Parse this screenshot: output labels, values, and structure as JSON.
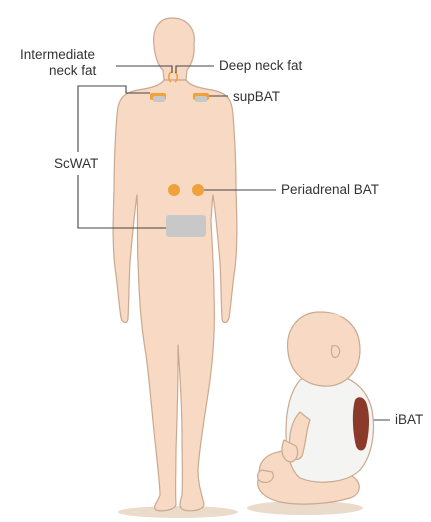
{
  "labels": {
    "intermediate_neck_fat_line1": "Intermediate",
    "intermediate_neck_fat_line2": "neck fat",
    "deep_neck_fat": "Deep neck fat",
    "sup_bat": "supBAT",
    "sc_wat": "ScWAT",
    "periadrenal_bat": "Periadrenal BAT",
    "i_bat": "iBAT"
  },
  "colors": {
    "skin": "#f7d9c4",
    "skin_outline": "#c9a98f",
    "bat_orange": "#f0a23a",
    "wat_gray": "#c8c8c8",
    "ibat_brown": "#8b3a2a",
    "leader_line": "#444444",
    "shadow": "#e8d8c8"
  }
}
